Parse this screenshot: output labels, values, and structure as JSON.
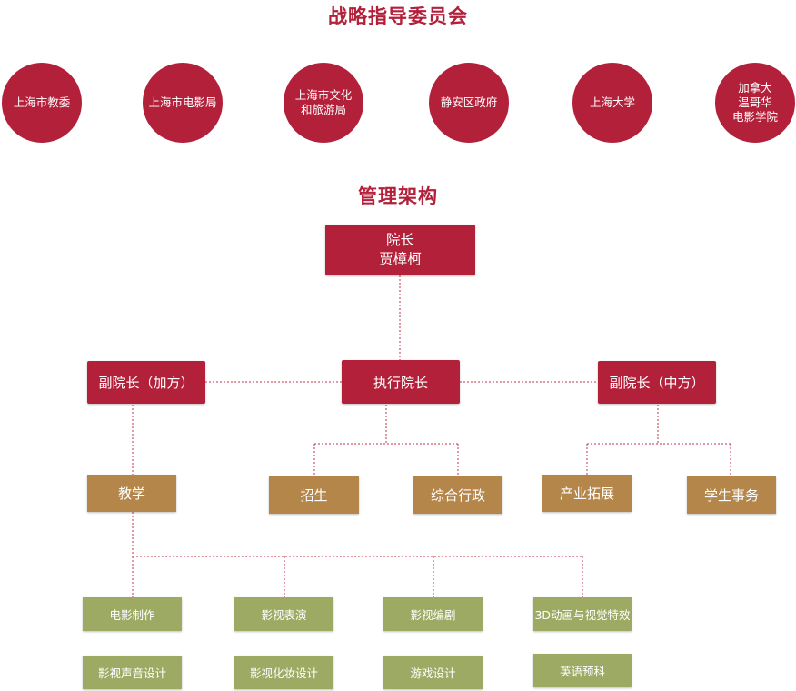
{
  "strategy": {
    "title": "战略指导委员会",
    "members": [
      "上海市教委",
      "上海市电影局",
      "上海市文化\n和旅游局",
      "静安区政府",
      "上海大学",
      "加拿大\n温哥华\n电影学院"
    ]
  },
  "management": {
    "title": "管理架构",
    "dean": "院长\n贾樟柯",
    "executive_dean": "执行院长",
    "vice_dean_canada": "副院长（加方）",
    "vice_dean_china": "副院长（中方）",
    "departments": {
      "teaching": "教学",
      "admissions": "招生",
      "administration": "综合行政",
      "industry": "产业拓展",
      "student_affairs": "学生事务"
    },
    "programs": [
      "电影制作",
      "影视表演",
      "影视编剧",
      "3D动画与视觉特效",
      "影视声音设计",
      "影视化妆设计",
      "游戏设计",
      "英语预科"
    ]
  },
  "colors": {
    "red": "#b3203a",
    "tan": "#b5864a",
    "green": "#9caa64"
  }
}
